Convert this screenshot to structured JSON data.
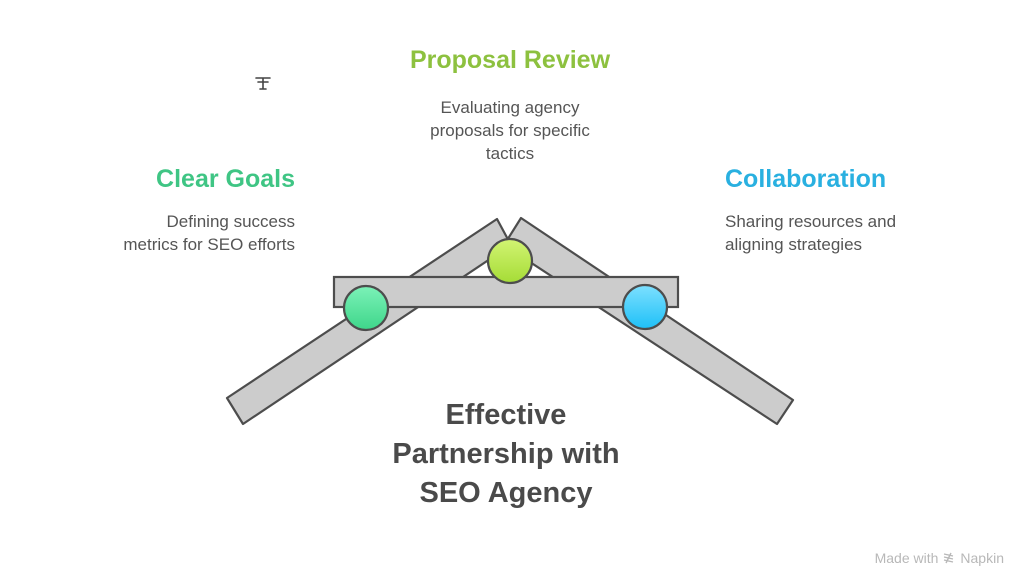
{
  "diagram": {
    "center_title": [
      "Effective",
      "Partnership with",
      "SEO Agency"
    ],
    "nodes": [
      {
        "id": "clear-goals",
        "title": "Clear Goals",
        "description": [
          "Defining success",
          "metrics for SEO efforts"
        ],
        "color": "#3fc584",
        "circle_gradient": [
          "#7cf2b8",
          "#3ed68a"
        ]
      },
      {
        "id": "proposal-review",
        "title": "Proposal Review",
        "description": [
          "Evaluating agency",
          "proposals for specific",
          "tactics"
        ],
        "color": "#8dc13f",
        "circle_gradient": [
          "#d2f473",
          "#a5dc36"
        ]
      },
      {
        "id": "collaboration",
        "title": "Collaboration",
        "description": [
          "Sharing resources and",
          "aligning strategies"
        ],
        "color": "#29b0e0",
        "circle_gradient": [
          "#7de0ff",
          "#1ec0f7"
        ]
      }
    ],
    "bar_fill": "#cccccc",
    "stroke": "#4d4d4d"
  },
  "footer": {
    "made_with": "Made with",
    "brand": "Napkin"
  }
}
